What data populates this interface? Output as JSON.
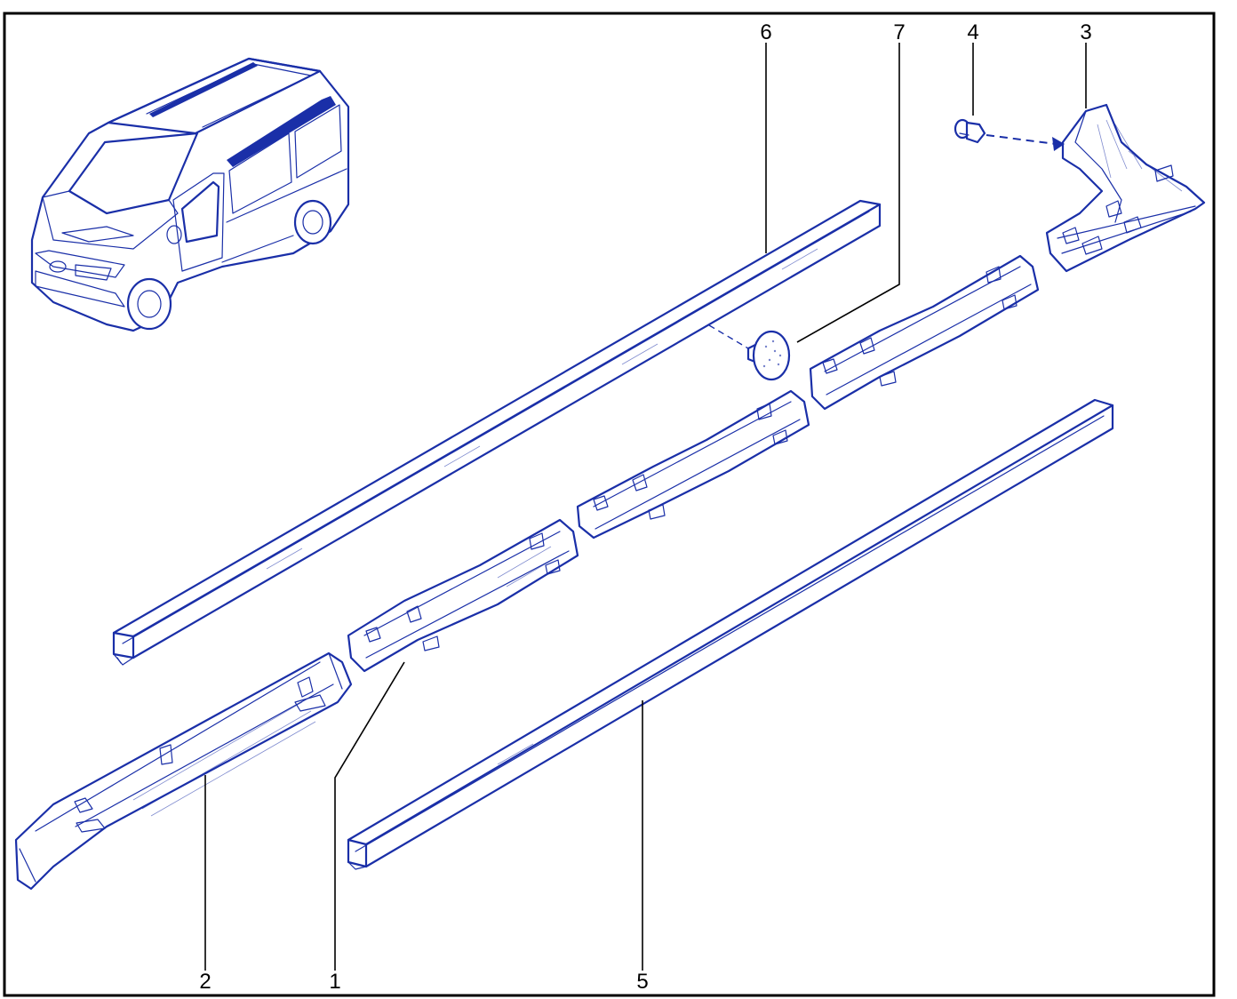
{
  "callouts": [
    {
      "id": "c1",
      "label": "1"
    },
    {
      "id": "c2",
      "label": "2"
    },
    {
      "id": "c3",
      "label": "3"
    },
    {
      "id": "c4",
      "label": "4"
    },
    {
      "id": "c5",
      "label": "5"
    },
    {
      "id": "c6",
      "label": "6"
    },
    {
      "id": "c7",
      "label": "7"
    }
  ],
  "colors": {
    "line": "#1a2fa8",
    "frame": "#000000",
    "background": "#ffffff"
  }
}
